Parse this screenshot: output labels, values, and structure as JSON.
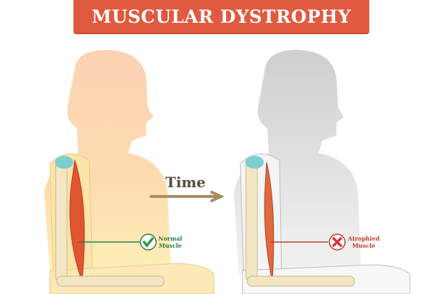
{
  "title": "MUSCULAR DYSTROPHY",
  "arrow_label": "Time",
  "labels": {
    "normal": {
      "line1": "Normal",
      "line2": "Muscle",
      "icon": "check-icon",
      "color": "#2e9a4a"
    },
    "atrophied": {
      "line1": "Atrophied",
      "line2": "Muscle",
      "icon": "x-icon",
      "color": "#e03030"
    }
  },
  "colors": {
    "banner": "#e05a3f",
    "normal_body": "#fbc9a0",
    "atrophied_body": "#d6d6d6",
    "muscle": "#e0552e",
    "arrow": "#a88c64"
  }
}
